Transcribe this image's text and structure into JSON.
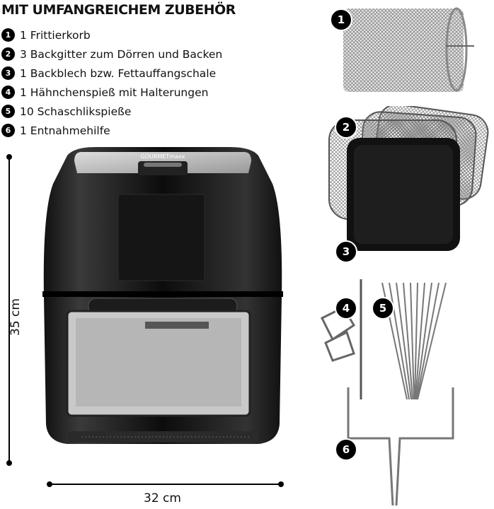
{
  "title": "MIT UMFANGREICHEM ZUBEHÖR",
  "items": [
    {
      "n": "1",
      "label": "1 Frittierkorb"
    },
    {
      "n": "2",
      "label": "3 Backgitter zum Dörren und Backen"
    },
    {
      "n": "3",
      "label": "1 Backblech bzw. Fettauffangschale"
    },
    {
      "n": "4",
      "label": "1 Hähnchenspieß mit Halterungen"
    },
    {
      "n": "5",
      "label": "10 Schaschlikspieße"
    },
    {
      "n": "6",
      "label": "1 Entnahmehilfe"
    }
  ],
  "dimensions": {
    "height": "35 cm",
    "width": "32 cm"
  },
  "brand": "GOURMETmaxx"
}
